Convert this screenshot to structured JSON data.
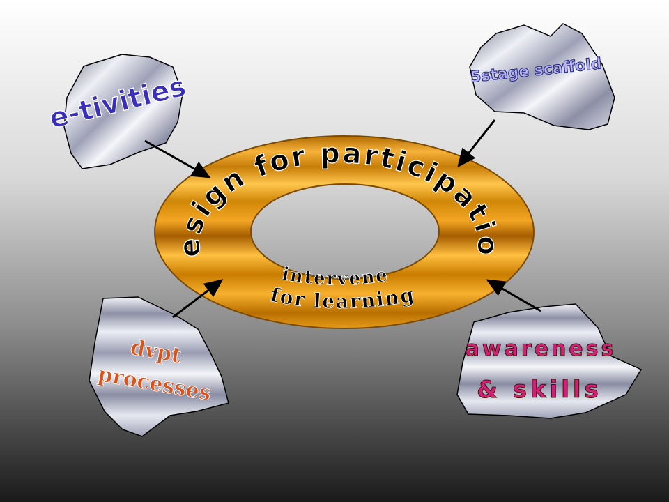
{
  "ring": {
    "outer_text": "design for participation",
    "inner_line1": "intervene",
    "inner_line2": "for learning"
  },
  "nodes": {
    "e_tivities": "e-tivities",
    "scaffold": "5stage scaffold",
    "dvpt_line1": "dvpt",
    "dvpt_line2": "processes",
    "awareness_line1": "awareness",
    "awareness_line2": "& skills"
  },
  "colors": {
    "ring_gold": "#e89a10",
    "ring_dark": "#8a4a00",
    "stone_light": "#eef0f6",
    "stone_dark": "#7d8096",
    "etivities_text": "#3a2fb8",
    "scaffold_text": "#b9b4f2",
    "dvpt_text": "#d9541a",
    "awareness_text": "#d11f7a"
  }
}
